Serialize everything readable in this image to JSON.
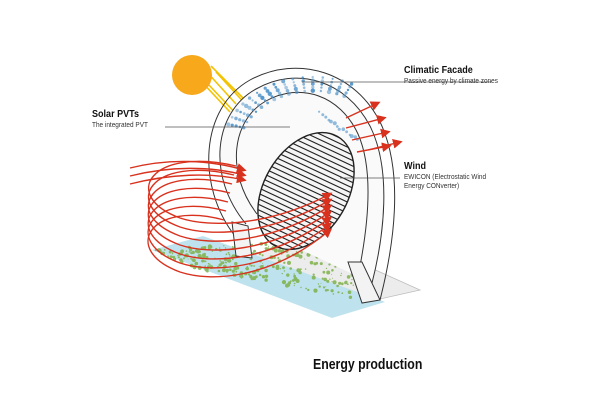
{
  "labels": {
    "climatic_facade": {
      "title": "Climatic Facade",
      "subtitle": "Passive energy by climate zones"
    },
    "solar_pvts": {
      "title": "Solar PVTs",
      "subtitle": "The integrated PVT"
    },
    "wind": {
      "title": "Wind",
      "subtitle_line1": "EWICON (Electrostatic Wind",
      "subtitle_line2": "Energy CONverter)"
    }
  },
  "caption": "Energy production",
  "colors": {
    "sun": "#f7a81b",
    "sun_rays": "#f2c300",
    "wind_arrows": "#d8321f",
    "solar_dots": "#4a90c8",
    "ground_water": "#bfe3ee",
    "ground_vegetation": "#7fb14a",
    "outline": "#333333"
  },
  "icons": [
    "sun-icon",
    "wind-arrow-icon",
    "solar-dots-pattern",
    "grid-mesh-icon"
  ]
}
